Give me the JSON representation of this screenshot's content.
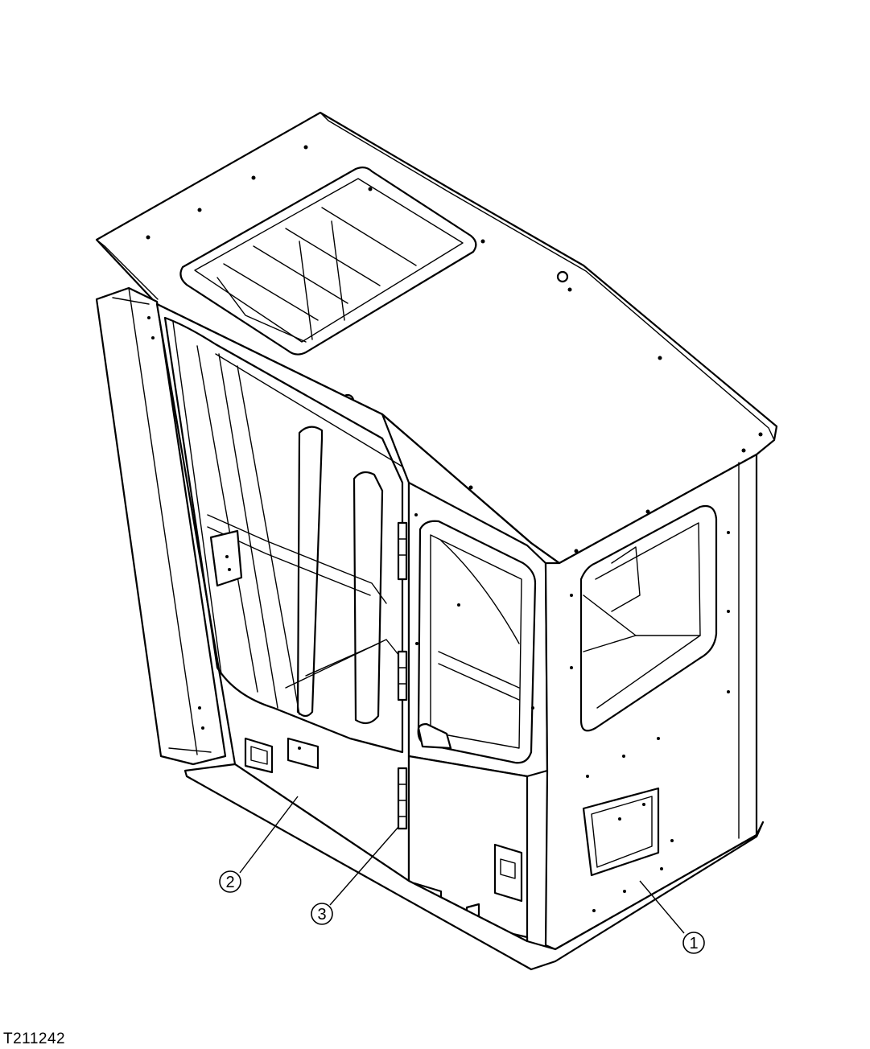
{
  "figure": {
    "id": "T211242"
  },
  "callouts": [
    {
      "label": "1"
    },
    {
      "label": "2"
    },
    {
      "label": "3"
    }
  ]
}
